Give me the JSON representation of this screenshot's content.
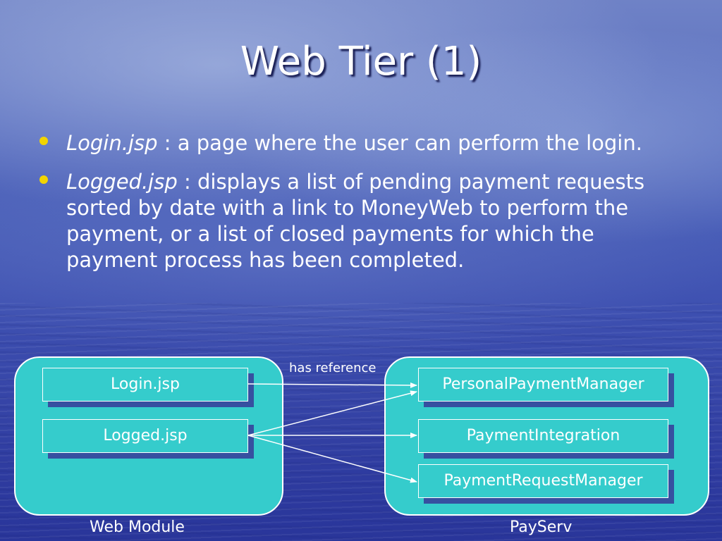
{
  "slide": {
    "title": "Web Tier (1)",
    "bullets": [
      {
        "term": "Login.jsp",
        "text": " : a page where the user can perform the login."
      },
      {
        "term": "Logged.jsp",
        "text": " : displays a list of pending payment requests sorted by date with a link to MoneyWeb to perform the payment, or a list of closed payments for which the payment process has been completed."
      }
    ]
  },
  "diagram": {
    "groups": [
      {
        "label": "Web Module"
      },
      {
        "label": "PayServ"
      }
    ],
    "nodes": [
      {
        "label": "Login.jsp"
      },
      {
        "label": "Logged.jsp"
      },
      {
        "label": "PersonalPaymentManager"
      },
      {
        "label": "PaymentIntegration"
      },
      {
        "label": "PaymentRequestManager"
      }
    ],
    "edge_label": "has reference",
    "edges": [
      {
        "from": "Login.jsp",
        "to": "PersonalPaymentManager"
      },
      {
        "from": "Logged.jsp",
        "to": "PersonalPaymentManager"
      },
      {
        "from": "Logged.jsp",
        "to": "PaymentIntegration"
      },
      {
        "from": "Logged.jsp",
        "to": "PaymentRequestManager"
      }
    ],
    "colors": {
      "box_fill": "#35cccc",
      "shadow": "#3650a0",
      "bullet": "#f2d400"
    }
  }
}
